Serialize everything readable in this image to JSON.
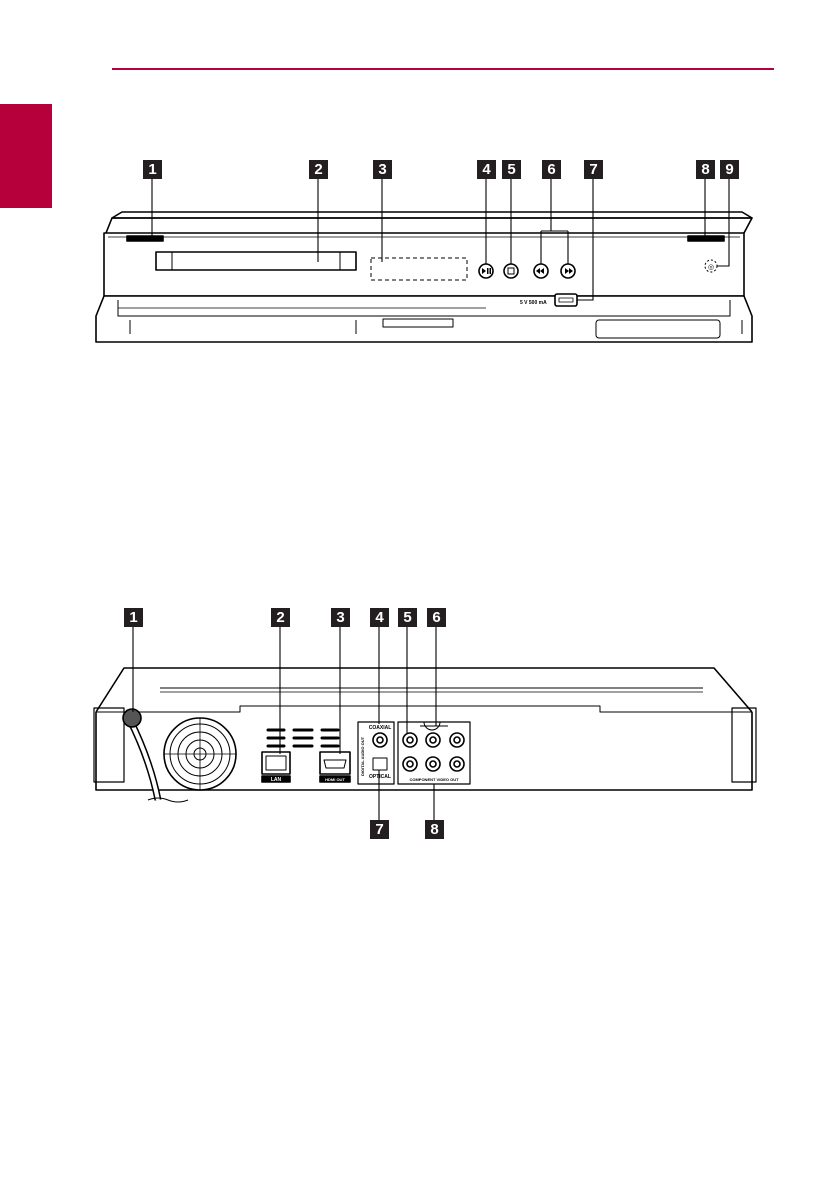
{
  "front_panel": {
    "callouts": [
      "1",
      "2",
      "3",
      "4",
      "5",
      "6",
      "7",
      "8",
      "9"
    ],
    "usb_label": "5 V  500 mA"
  },
  "rear_panel": {
    "callouts_top": [
      "1",
      "2",
      "3",
      "4",
      "5",
      "6"
    ],
    "callouts_bottom": [
      "7",
      "8"
    ],
    "labels": {
      "lan": "LAN",
      "hdmi": "HDMI OUT",
      "coaxial": "COAXIAL",
      "optical": "OPTICAL",
      "component": "COMPONENT VIDEO OUT",
      "digital_audio": "DIGITAL AUDIO OUT"
    }
  },
  "colors": {
    "accent": "#b5003c",
    "ink": "#231f20"
  }
}
